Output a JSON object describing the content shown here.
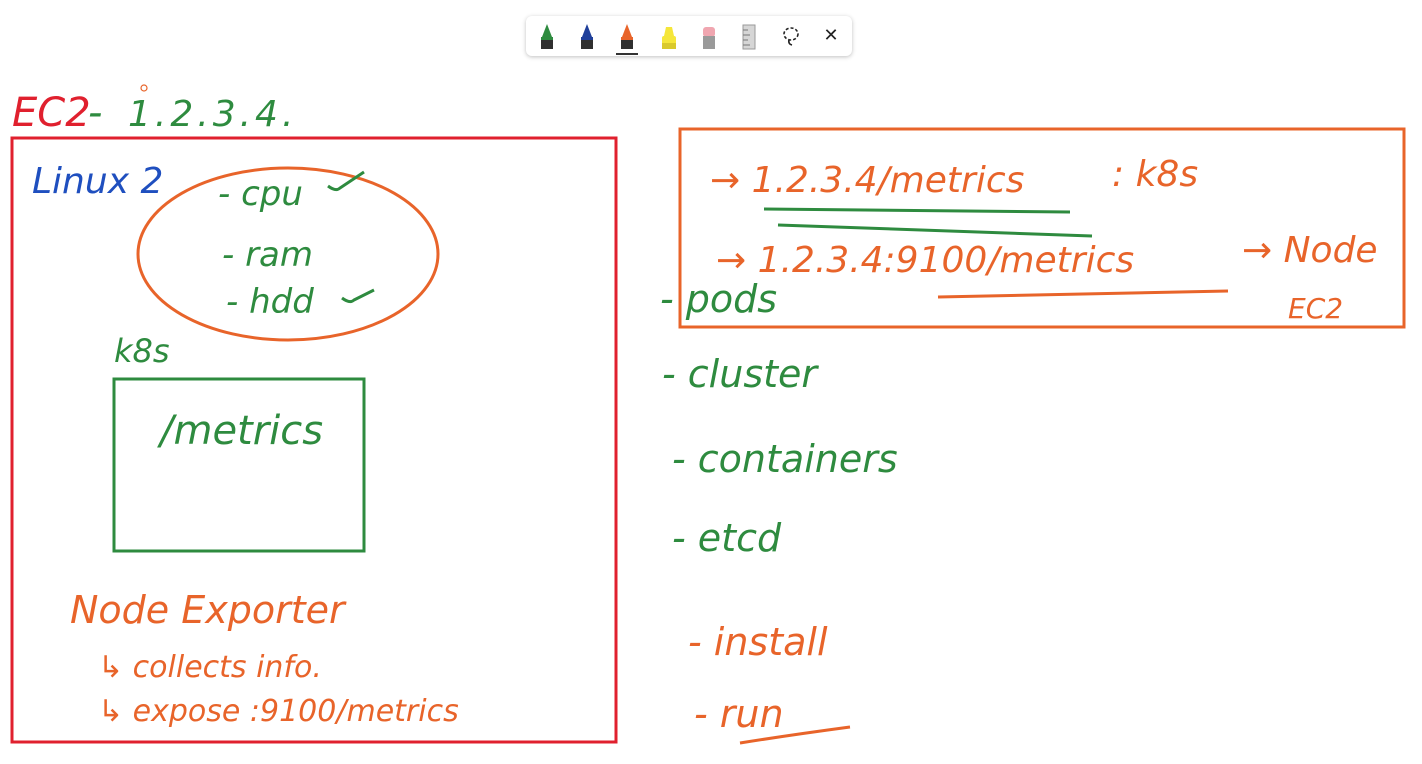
{
  "toolbar": {
    "tools": [
      {
        "name": "green-pen",
        "color": "#2e8b3f"
      },
      {
        "name": "blue-pen",
        "color": "#1f3f9a"
      },
      {
        "name": "orange-pen",
        "color": "#e8642a"
      },
      {
        "name": "yellow-highlighter",
        "color": "#f5e63a"
      },
      {
        "name": "eraser",
        "color": "#f0a6b0"
      },
      {
        "name": "ruler",
        "color": "#bfbfbf"
      }
    ],
    "active_tool": "orange-pen",
    "close_label": "✕"
  },
  "colors": {
    "red": "#e0202e",
    "orange": "#e8642a",
    "green": "#2e8b3f",
    "blue": "#1f4fbf"
  },
  "board": {
    "header_label": "EC2",
    "header_ip": "1.2.3.4.",
    "os_label": "Linux 2",
    "resources": [
      "- cpu",
      "- ram",
      "- hdd"
    ],
    "k8s_label": "k8s",
    "metrics_box_text": "/metrics",
    "node_exporter_title": "Node Exporter",
    "node_exporter_line1": "↳ collects info.",
    "node_exporter_line2": "↳ expose   :9100/metrics",
    "endpoint1_url": "→ 1.2.3.4/metrics",
    "endpoint1_target": ": k8s",
    "endpoint2_url": "→ 1.2.3.4:9100/metrics",
    "endpoint2_target": "→ Node",
    "endpoint2_sub": "EC2",
    "k8s_items": [
      "- pods",
      "- cluster",
      "- containers",
      "- etcd"
    ],
    "steps": [
      "- install",
      "- run"
    ]
  }
}
